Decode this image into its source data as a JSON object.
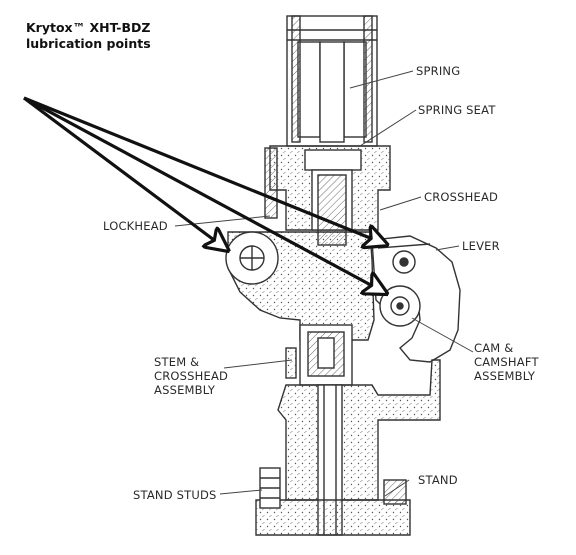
{
  "title": {
    "line1": "Krytox™ XHT-BDZ",
    "line2": "lubrication points"
  },
  "labels": {
    "spring": "SPRING",
    "spring_seat": "SPRING SEAT",
    "crosshead": "CROSSHEAD",
    "lockhead": "LOCKHEAD",
    "lever": "LEVER",
    "stem_1": "STEM &",
    "stem_2": "CROSSHEAD",
    "stem_3": "ASSEMBLY",
    "cam_1": "CAM &",
    "cam_2": "CAMSHAFT",
    "cam_3": "ASSEMBLY",
    "stand": "STAND",
    "stand_studs": "STAND STUDS"
  },
  "colors": {
    "ink": "#2a2a2a",
    "arrow": "#111111",
    "background": "#ffffff"
  }
}
